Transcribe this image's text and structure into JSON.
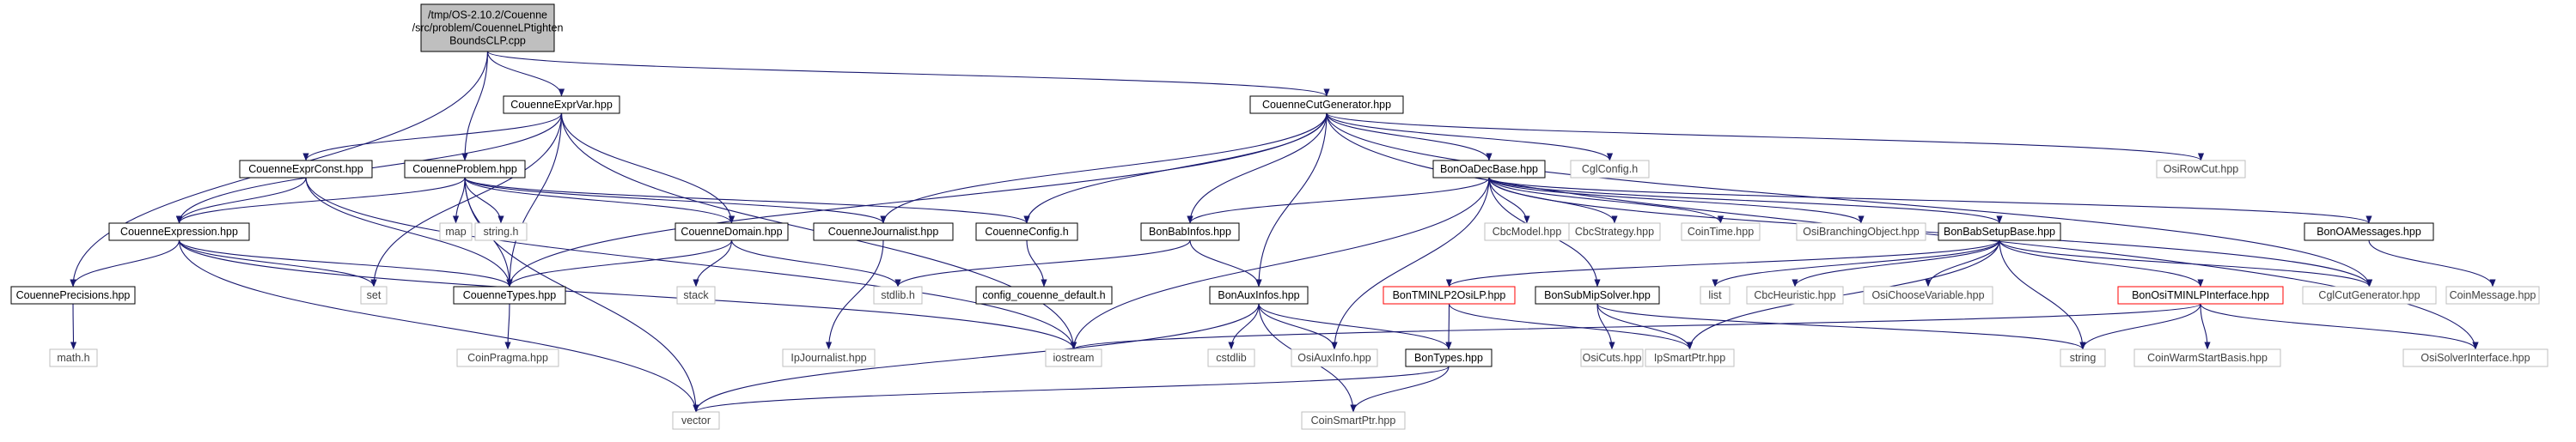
{
  "title": "",
  "colors": {
    "edge": "#191970",
    "root_fill": "#bfbfbf",
    "documented_border": "#000000",
    "undocumented_border": "#ff0000",
    "external_border": "#bfbfbf",
    "text": "#000000"
  },
  "nodes": [
    {
      "id": "root",
      "label": [
        "/tmp/OS-2.10.2/Couenne",
        "/src/problem/CouenneLPtighten",
        "BoundsCLP.cpp"
      ],
      "kind": "root"
    },
    {
      "id": "CouenneExprVar",
      "label": [
        "CouenneExprVar.hpp"
      ],
      "kind": "documented"
    },
    {
      "id": "CouenneCutGenerator",
      "label": [
        "CouenneCutGenerator.hpp"
      ],
      "kind": "documented"
    },
    {
      "id": "CouenneExprConst",
      "label": [
        "CouenneExprConst.hpp"
      ],
      "kind": "documented"
    },
    {
      "id": "CouenneProblem",
      "label": [
        "CouenneProblem.hpp"
      ],
      "kind": "documented"
    },
    {
      "id": "BonOaDecBase",
      "label": [
        "BonOaDecBase.hpp"
      ],
      "kind": "documented"
    },
    {
      "id": "CglConfig",
      "label": [
        "CglConfig.h"
      ],
      "kind": "external"
    },
    {
      "id": "OsiRowCut",
      "label": [
        "OsiRowCut.hpp"
      ],
      "kind": "external"
    },
    {
      "id": "CouenneExpression",
      "label": [
        "CouenneExpression.hpp"
      ],
      "kind": "documented"
    },
    {
      "id": "map",
      "label": [
        "map"
      ],
      "kind": "external"
    },
    {
      "id": "string_h",
      "label": [
        "string.h"
      ],
      "kind": "external"
    },
    {
      "id": "CouenneDomain",
      "label": [
        "CouenneDomain.hpp"
      ],
      "kind": "documented"
    },
    {
      "id": "CouenneJournalist",
      "label": [
        "CouenneJournalist.hpp"
      ],
      "kind": "documented"
    },
    {
      "id": "CouenneConfig",
      "label": [
        "CouenneConfig.h"
      ],
      "kind": "documented"
    },
    {
      "id": "BonBabInfos",
      "label": [
        "BonBabInfos.hpp"
      ],
      "kind": "documented"
    },
    {
      "id": "CbcModel",
      "label": [
        "CbcModel.hpp"
      ],
      "kind": "external"
    },
    {
      "id": "CbcStrategy",
      "label": [
        "CbcStrategy.hpp"
      ],
      "kind": "external"
    },
    {
      "id": "CoinTime",
      "label": [
        "CoinTime.hpp"
      ],
      "kind": "external"
    },
    {
      "id": "OsiBranchingObject",
      "label": [
        "OsiBranchingObject.hpp"
      ],
      "kind": "external"
    },
    {
      "id": "BonBabSetupBase",
      "label": [
        "BonBabSetupBase.hpp"
      ],
      "kind": "documented"
    },
    {
      "id": "BonOAMessages",
      "label": [
        "BonOAMessages.hpp"
      ],
      "kind": "documented"
    },
    {
      "id": "CouennePrecisions",
      "label": [
        "CouennePrecisions.hpp"
      ],
      "kind": "documented"
    },
    {
      "id": "set",
      "label": [
        "set"
      ],
      "kind": "external"
    },
    {
      "id": "CouenneTypes",
      "label": [
        "CouenneTypes.hpp"
      ],
      "kind": "documented"
    },
    {
      "id": "stack",
      "label": [
        "stack"
      ],
      "kind": "external"
    },
    {
      "id": "stdlib",
      "label": [
        "stdlib.h"
      ],
      "kind": "external"
    },
    {
      "id": "config_couenne_default",
      "label": [
        "config_couenne_default.h"
      ],
      "kind": "documented"
    },
    {
      "id": "BonAuxInfos",
      "label": [
        "BonAuxInfos.hpp"
      ],
      "kind": "documented"
    },
    {
      "id": "BonTMINLP2OsiLP",
      "label": [
        "BonTMINLP2OsiLP.hpp"
      ],
      "kind": "undocumented"
    },
    {
      "id": "BonSubMipSolver",
      "label": [
        "BonSubMipSolver.hpp"
      ],
      "kind": "documented"
    },
    {
      "id": "list",
      "label": [
        "list"
      ],
      "kind": "external"
    },
    {
      "id": "CbcHeuristic",
      "label": [
        "CbcHeuristic.hpp"
      ],
      "kind": "external"
    },
    {
      "id": "OsiChooseVariable",
      "label": [
        "OsiChooseVariable.hpp"
      ],
      "kind": "external"
    },
    {
      "id": "BonOsiTMINLPInterface",
      "label": [
        "BonOsiTMINLPInterface.hpp"
      ],
      "kind": "undocumented"
    },
    {
      "id": "CglCutGenerator",
      "label": [
        "CglCutGenerator.hpp"
      ],
      "kind": "external"
    },
    {
      "id": "CoinMessage",
      "label": [
        "CoinMessage.hpp"
      ],
      "kind": "external"
    },
    {
      "id": "math_h",
      "label": [
        "math.h"
      ],
      "kind": "external"
    },
    {
      "id": "CoinPragma",
      "label": [
        "CoinPragma.hpp"
      ],
      "kind": "external"
    },
    {
      "id": "IpJournalist",
      "label": [
        "IpJournalist.hpp"
      ],
      "kind": "external"
    },
    {
      "id": "iostream",
      "label": [
        "iostream"
      ],
      "kind": "external"
    },
    {
      "id": "cstdlib",
      "label": [
        "cstdlib"
      ],
      "kind": "external"
    },
    {
      "id": "OsiAuxInfo",
      "label": [
        "OsiAuxInfo.hpp"
      ],
      "kind": "external"
    },
    {
      "id": "BonTypes",
      "label": [
        "BonTypes.hpp"
      ],
      "kind": "documented"
    },
    {
      "id": "OsiCuts",
      "label": [
        "OsiCuts.hpp"
      ],
      "kind": "external"
    },
    {
      "id": "IpSmartPtr",
      "label": [
        "IpSmartPtr.hpp"
      ],
      "kind": "external"
    },
    {
      "id": "string",
      "label": [
        "string"
      ],
      "kind": "external"
    },
    {
      "id": "CoinWarmStartBasis",
      "label": [
        "CoinWarmStartBasis.hpp"
      ],
      "kind": "external"
    },
    {
      "id": "OsiSolverInterface",
      "label": [
        "OsiSolverInterface.hpp"
      ],
      "kind": "external"
    },
    {
      "id": "vector",
      "label": [
        "vector"
      ],
      "kind": "external"
    },
    {
      "id": "CoinSmartPtr",
      "label": [
        "CoinSmartPtr.hpp"
      ],
      "kind": "external"
    }
  ],
  "edges": [
    [
      "root",
      "CouenneExprVar"
    ],
    [
      "root",
      "CouenneCutGenerator"
    ],
    [
      "root",
      "CouenneProblem"
    ],
    [
      "root",
      "CouennePrecisions"
    ],
    [
      "CouenneExprVar",
      "CouenneExprConst"
    ],
    [
      "CouenneExprVar",
      "CouenneExpression"
    ],
    [
      "CouenneExprVar",
      "CouenneDomain"
    ],
    [
      "CouenneExprVar",
      "set"
    ],
    [
      "CouenneExprVar",
      "CouenneTypes"
    ],
    [
      "CouenneExprVar",
      "iostream"
    ],
    [
      "CouenneCutGenerator",
      "CouenneTypes"
    ],
    [
      "CouenneCutGenerator",
      "CouenneJournalist"
    ],
    [
      "CouenneCutGenerator",
      "CouenneConfig"
    ],
    [
      "CouenneCutGenerator",
      "BonBabInfos"
    ],
    [
      "CouenneCutGenerator",
      "BonAuxInfos"
    ],
    [
      "CouenneCutGenerator",
      "BonOaDecBase"
    ],
    [
      "CouenneCutGenerator",
      "CglConfig"
    ],
    [
      "CouenneCutGenerator",
      "CglCutGenerator"
    ],
    [
      "CouenneCutGenerator",
      "OsiRowCut"
    ],
    [
      "CouenneCutGenerator",
      "OsiSolverInterface"
    ],
    [
      "CouenneExprConst",
      "CouenneExpression"
    ],
    [
      "CouenneExprConst",
      "CouenneTypes"
    ],
    [
      "CouenneExprConst",
      "iostream"
    ],
    [
      "CouenneProblem",
      "CouenneExpression"
    ],
    [
      "CouenneProblem",
      "map"
    ],
    [
      "CouenneProblem",
      "string_h"
    ],
    [
      "CouenneProblem",
      "CouenneDomain"
    ],
    [
      "CouenneProblem",
      "CouenneJournalist"
    ],
    [
      "CouenneProblem",
      "CouenneConfig"
    ],
    [
      "CouenneProblem",
      "CouenneTypes"
    ],
    [
      "CouenneProblem",
      "vector"
    ],
    [
      "CouenneExpression",
      "CouennePrecisions"
    ],
    [
      "CouenneExpression",
      "set"
    ],
    [
      "CouenneExpression",
      "CouenneTypes"
    ],
    [
      "CouenneExpression",
      "iostream"
    ],
    [
      "CouenneExpression",
      "vector"
    ],
    [
      "CouenneDomain",
      "CouenneTypes"
    ],
    [
      "CouenneDomain",
      "stack"
    ],
    [
      "CouenneDomain",
      "stdlib"
    ],
    [
      "CouenneJournalist",
      "IpJournalist"
    ],
    [
      "CouenneConfig",
      "config_couenne_default"
    ],
    [
      "CouennePrecisions",
      "math_h"
    ],
    [
      "CouenneTypes",
      "CoinPragma"
    ],
    [
      "BonOaDecBase",
      "BonBabInfos"
    ],
    [
      "BonOaDecBase",
      "CbcModel"
    ],
    [
      "BonOaDecBase",
      "CbcStrategy"
    ],
    [
      "BonOaDecBase",
      "CoinTime"
    ],
    [
      "BonOaDecBase",
      "OsiBranchingObject"
    ],
    [
      "BonOaDecBase",
      "BonBabSetupBase"
    ],
    [
      "BonOaDecBase",
      "BonOAMessages"
    ],
    [
      "BonOaDecBase",
      "BonSubMipSolver"
    ],
    [
      "BonOaDecBase",
      "CglCutGenerator"
    ],
    [
      "BonOaDecBase",
      "OsiAuxInfo"
    ],
    [
      "BonOaDecBase",
      "iostream"
    ],
    [
      "BonBabInfos",
      "BonAuxInfos"
    ],
    [
      "BonBabInfos",
      "stdlib"
    ],
    [
      "BonAuxInfos",
      "cstdlib"
    ],
    [
      "BonAuxInfos",
      "OsiAuxInfo"
    ],
    [
      "BonAuxInfos",
      "BonTypes"
    ],
    [
      "BonAuxInfos",
      "CoinSmartPtr"
    ],
    [
      "BonAuxInfos",
      "vector"
    ],
    [
      "BonBabSetupBase",
      "BonTMINLP2OsiLP"
    ],
    [
      "BonBabSetupBase",
      "list"
    ],
    [
      "BonBabSetupBase",
      "CbcHeuristic"
    ],
    [
      "BonBabSetupBase",
      "OsiChooseVariable"
    ],
    [
      "BonBabSetupBase",
      "BonOsiTMINLPInterface"
    ],
    [
      "BonBabSetupBase",
      "CglCutGenerator"
    ],
    [
      "BonBabSetupBase",
      "IpSmartPtr"
    ],
    [
      "BonBabSetupBase",
      "string"
    ],
    [
      "BonOAMessages",
      "CoinMessage"
    ],
    [
      "BonTMINLP2OsiLP",
      "BonTypes"
    ],
    [
      "BonTMINLP2OsiLP",
      "IpSmartPtr"
    ],
    [
      "BonSubMipSolver",
      "OsiCuts"
    ],
    [
      "BonSubMipSolver",
      "IpSmartPtr"
    ],
    [
      "BonSubMipSolver",
      "string"
    ],
    [
      "BonOsiTMINLPInterface",
      "iostream"
    ],
    [
      "BonOsiTMINLPInterface",
      "string"
    ],
    [
      "BonOsiTMINLPInterface",
      "CoinWarmStartBasis"
    ],
    [
      "BonOsiTMINLPInterface",
      "OsiSolverInterface"
    ],
    [
      "BonTypes",
      "vector"
    ],
    [
      "BonTypes",
      "CoinSmartPtr"
    ]
  ]
}
